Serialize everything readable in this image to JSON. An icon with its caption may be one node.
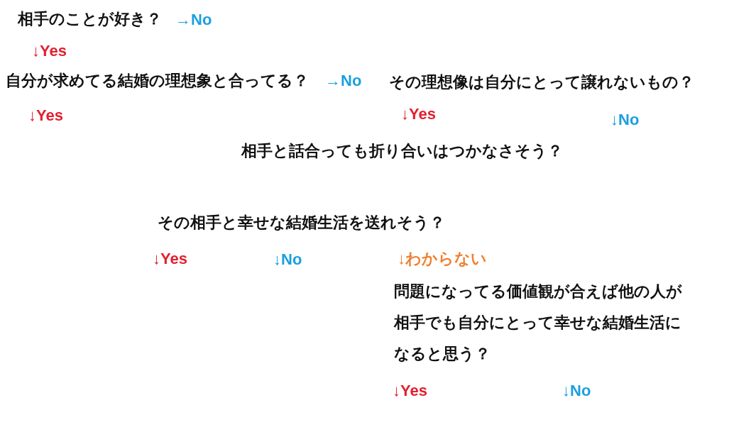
{
  "diagram": {
    "labels": [
      "相手のことが好き？",
      "→No",
      "↓Yes",
      "自分が求めてる結婚の理想象と合ってる？",
      "→No",
      "その理想像は自分にとって譲れないもの？",
      "↓Yes",
      "↓Yes",
      "↓No",
      "相手と話合っても折り合いはつかなさそう？",
      "その相手と幸せな結婚生活を送れそう？",
      "↓Yes",
      "↓No",
      "↓わからない",
      "問題になってる価値観が合えば他の人が相手でも自分にとって幸せな結婚生活になると思う？",
      "↓Yes",
      "↓No"
    ]
  }
}
